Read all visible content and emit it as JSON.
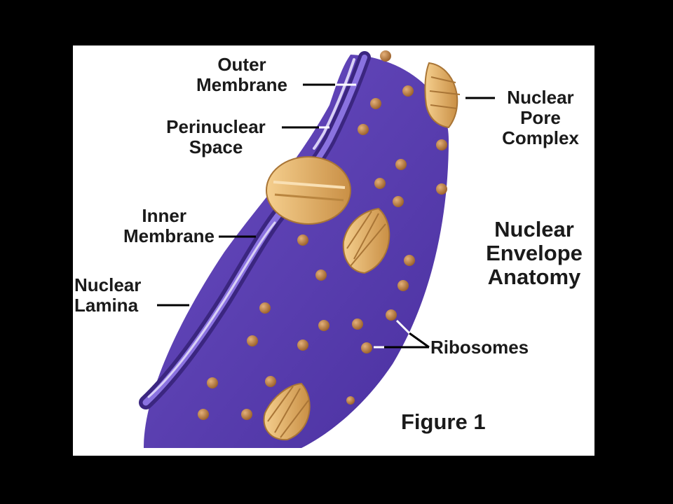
{
  "labels": {
    "outer_membrane": [
      "Outer",
      "Membrane"
    ],
    "perinuclear_space": [
      "Perinuclear",
      "Space"
    ],
    "nuclear_pore_complex": [
      "Nuclear",
      "Pore",
      "Complex"
    ],
    "inner_membrane": [
      "Inner",
      "Membrane"
    ],
    "nuclear_lamina": [
      "Nuclear",
      "Lamina"
    ],
    "ribosomes": "Ribosomes"
  },
  "title": [
    "Nuclear",
    "Envelope",
    "Anatomy"
  ],
  "figure": "Figure 1",
  "colors": {
    "background": "#000000",
    "panel": "#ffffff",
    "envelope": "#5a3fb0",
    "envelope_dark": "#3b2680",
    "membrane_edge": "#7a63d4",
    "pore": "#e8b46a",
    "pore_dark": "#b9853f",
    "ribosome": "#b97a3a",
    "leader": "#000000",
    "leader_tip": "#ffffff"
  }
}
